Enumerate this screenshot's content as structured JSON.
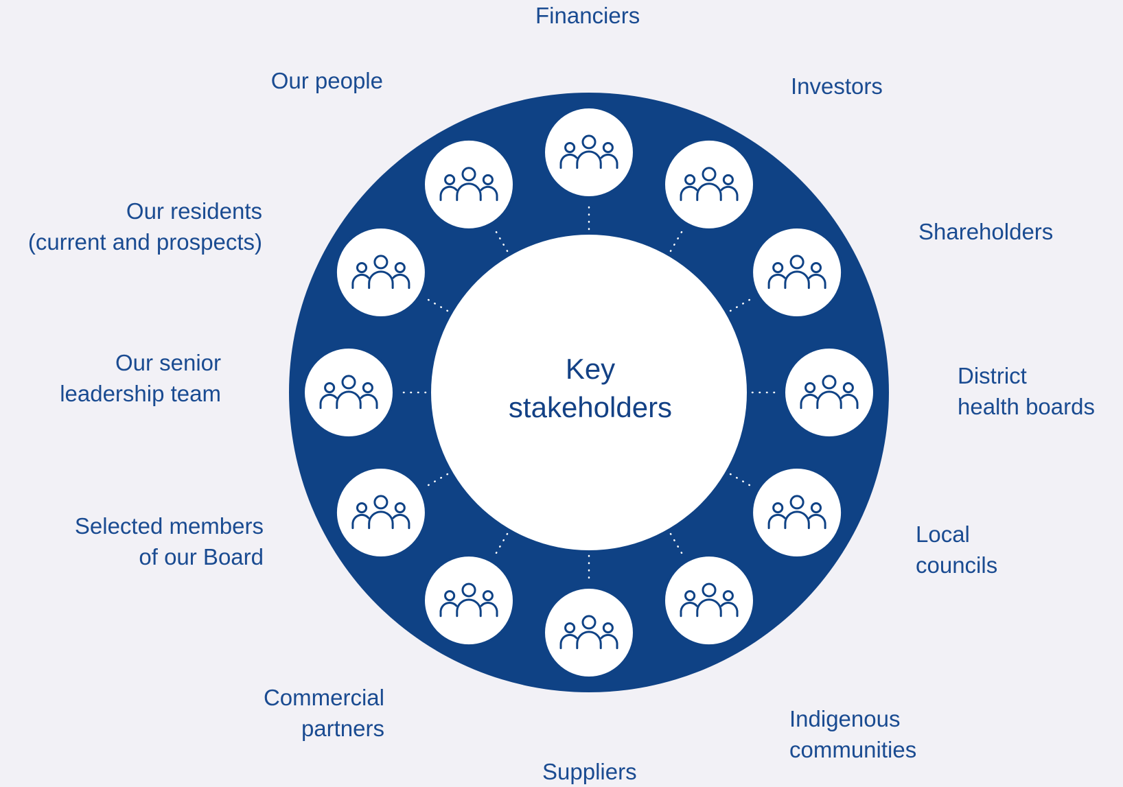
{
  "center": {
    "line1": "Key",
    "line2": "stakeholders"
  },
  "stakeholders": [
    {
      "id": "financiers",
      "lines": [
        "Financiers"
      ],
      "icon": "people-group-icon"
    },
    {
      "id": "investors",
      "lines": [
        "Investors"
      ],
      "icon": "people-group-icon"
    },
    {
      "id": "shareholders",
      "lines": [
        "Shareholders"
      ],
      "icon": "people-group-icon"
    },
    {
      "id": "district-health-boards",
      "lines": [
        "District",
        "health boards"
      ],
      "icon": "people-group-icon"
    },
    {
      "id": "local-councils",
      "lines": [
        "Local",
        "councils"
      ],
      "icon": "people-group-icon"
    },
    {
      "id": "indigenous-communities",
      "lines": [
        "Indigenous",
        "communities"
      ],
      "icon": "people-group-icon"
    },
    {
      "id": "suppliers",
      "lines": [
        "Suppliers"
      ],
      "icon": "people-group-icon"
    },
    {
      "id": "commercial-partners",
      "lines": [
        "Commercial",
        "partners"
      ],
      "icon": "people-group-icon"
    },
    {
      "id": "selected-board-members",
      "lines": [
        "Selected members",
        "of our Board"
      ],
      "icon": "people-group-icon"
    },
    {
      "id": "senior-leadership-team",
      "lines": [
        "Our senior",
        "leadership team"
      ],
      "icon": "people-group-icon"
    },
    {
      "id": "our-residents",
      "lines": [
        "Our residents",
        "(current and prospects)"
      ],
      "icon": "people-group-icon"
    },
    {
      "id": "our-people",
      "lines": [
        "Our people"
      ],
      "icon": "people-group-icon"
    }
  ],
  "colors": {
    "ring": "#0f4285",
    "label": "#1a4b91",
    "background": "#f2f1f6",
    "node_fill": "#ffffff"
  }
}
